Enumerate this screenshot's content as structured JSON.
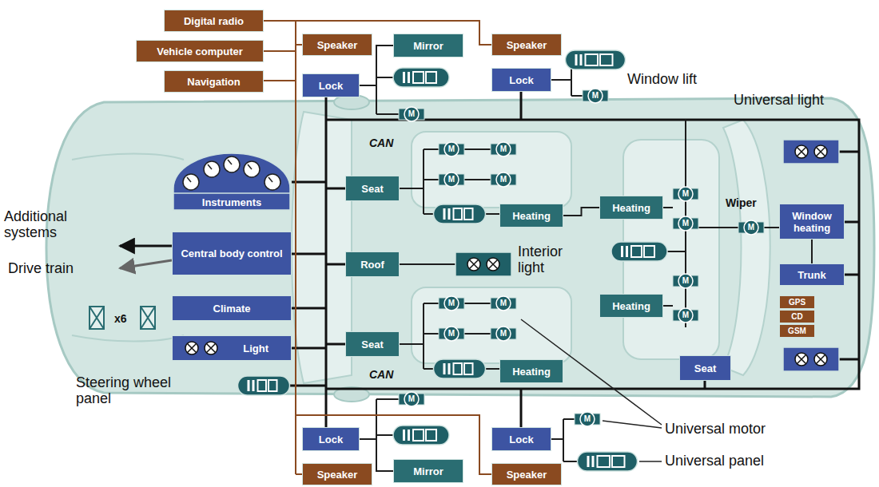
{
  "diagram": {
    "nodes": [
      {
        "text": [
          "Digital radio"
        ]
      },
      {
        "text": [
          "Vehicle computer"
        ]
      },
      {
        "text": [
          "Navigation"
        ]
      },
      {
        "text": [
          "Speaker"
        ]
      },
      {
        "text": [
          "Mirror"
        ]
      },
      {
        "text": [
          "Speaker"
        ]
      },
      {
        "text": [
          "Lock"
        ]
      },
      {
        "text": [
          "Lock"
        ]
      },
      {
        "text": [
          "Instruments"
        ]
      },
      {
        "text": [
          "Seat"
        ]
      },
      {
        "text": [
          "Heating"
        ]
      },
      {
        "text": [
          "Heating"
        ]
      },
      {
        "text": [
          "Window heating"
        ]
      },
      {
        "text": [
          "Central body control"
        ]
      },
      {
        "text": [
          "Roof"
        ]
      },
      {
        "text": [
          "Trunk"
        ]
      },
      {
        "text": [
          "GPS"
        ]
      },
      {
        "text": [
          "CD"
        ]
      },
      {
        "text": [
          "GSM"
        ]
      },
      {
        "text": [
          "Climate"
        ]
      },
      {
        "text": [
          "Heating"
        ]
      },
      {
        "text": [
          "Seat"
        ]
      },
      {
        "text": [
          "Light"
        ]
      },
      {
        "text": [
          "Heating"
        ]
      },
      {
        "text": [
          "Seat"
        ]
      },
      {
        "text": [
          "Lock"
        ]
      },
      {
        "text": [
          "Lock"
        ]
      },
      {
        "text": [
          "Speaker"
        ]
      },
      {
        "text": [
          "Mirror"
        ]
      },
      {
        "text": [
          "Speaker"
        ]
      }
    ],
    "edges": [
      {
        "from": 6,
        "to": 4,
        "arrow": "none"
      },
      {
        "from": 10,
        "to": 11,
        "arrow": "none"
      },
      {
        "from": 12,
        "to": 15,
        "arrow": "none"
      },
      {
        "from": 25,
        "to": 28,
        "arrow": "none"
      }
    ],
    "labels": [
      "Window lift",
      "Universal light",
      "CAN",
      "Additional systems",
      "Drive train",
      "Interior light",
      "Wiper",
      "x6",
      "CAN",
      "Steering wheel panel",
      "Universal motor",
      "Universal panel",
      "M",
      "M",
      "M",
      "M",
      "M",
      "M",
      "M",
      "M",
      "M",
      "M",
      "M",
      "M",
      "M",
      "M",
      "M",
      "M",
      "M"
    ]
  }
}
